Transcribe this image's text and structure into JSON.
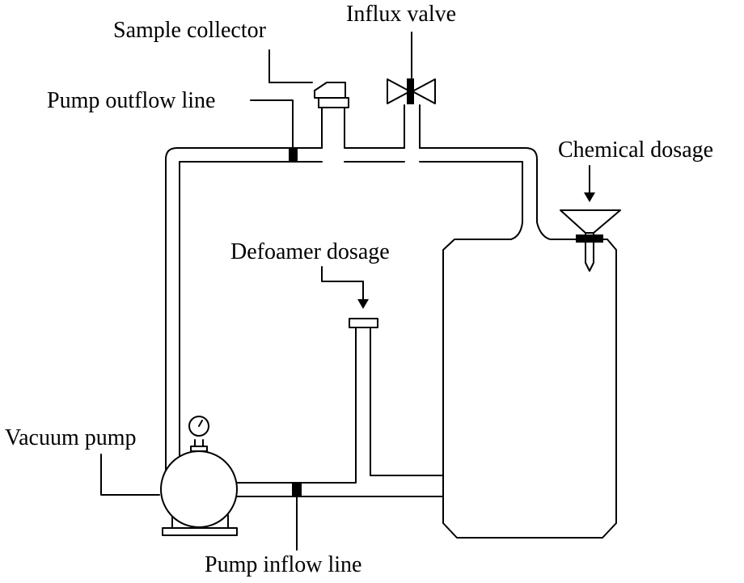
{
  "labels": {
    "sample_collector": "Sample collector",
    "influx_valve": "Influx valve",
    "pump_outflow_line": "Pump outflow line",
    "chemical_dosage": "Chemical dosage",
    "defoamer_dosage": "Defoamer dosage",
    "vacuum_pump": "Vacuum pump",
    "pump_inflow_line": "Pump inflow line"
  },
  "colors": {
    "line": "#000000",
    "background": "#ffffff"
  }
}
